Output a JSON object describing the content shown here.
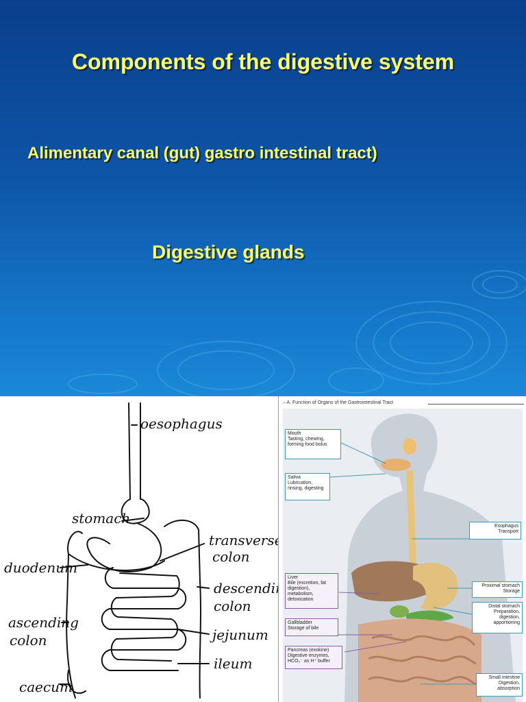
{
  "slide": {
    "title": "Components of the digestive system",
    "bullet_1": "Alimentary canal (gut) gastro intestinal tract)",
    "bullet_2": "Digestive glands"
  },
  "sketch": {
    "labels": {
      "oesophagus": "oesophagus",
      "stomach": "stomach",
      "transverse_colon_1": "transverse",
      "transverse_colon_2": "colon",
      "duodenum": "duodenum",
      "descending_colon_1": "descending",
      "descending_colon_2": "colon",
      "ascending_colon_1": "ascending",
      "ascending_colon_2": "colon",
      "jejunum": "jejunum",
      "ileum": "ileum",
      "caecum": "caecum"
    }
  },
  "atlas": {
    "heading": "– A. Function of Organs of the Gastrointestinal Tract",
    "boxes": {
      "mouth": {
        "title": "Mouth",
        "text": "Tasting, chewing, forming food bolus"
      },
      "saliva": {
        "title": "Saliva",
        "text": "Lubrication, rinsing, digesting"
      },
      "esophagus": {
        "title": "Esophagus",
        "text": "Transport"
      },
      "liver": {
        "title": "Liver",
        "text": "Bile (excretion, fat digestion), metabolism, detoxication"
      },
      "proximal_stomach": {
        "title": "Proximal stomach",
        "text": "Storage"
      },
      "distal_stomach": {
        "title": "Distal stomach",
        "text": "Preparation, digestion, apportioning"
      },
      "gallbladder": {
        "title": "Gallbladder",
        "text": "Storage of bile"
      },
      "pancreas": {
        "title": "Pancreas (exokine)",
        "text": "Digestive enzymes, HCO₃⁻ as H⁺ buffer"
      },
      "small_intestine": {
        "title": "Small intestine",
        "text": "Digestion, absorption"
      }
    },
    "colors": {
      "teal": "#3a9bb8",
      "purple": "#8a5aa8",
      "esophagus": "#e8c47a"
    }
  }
}
